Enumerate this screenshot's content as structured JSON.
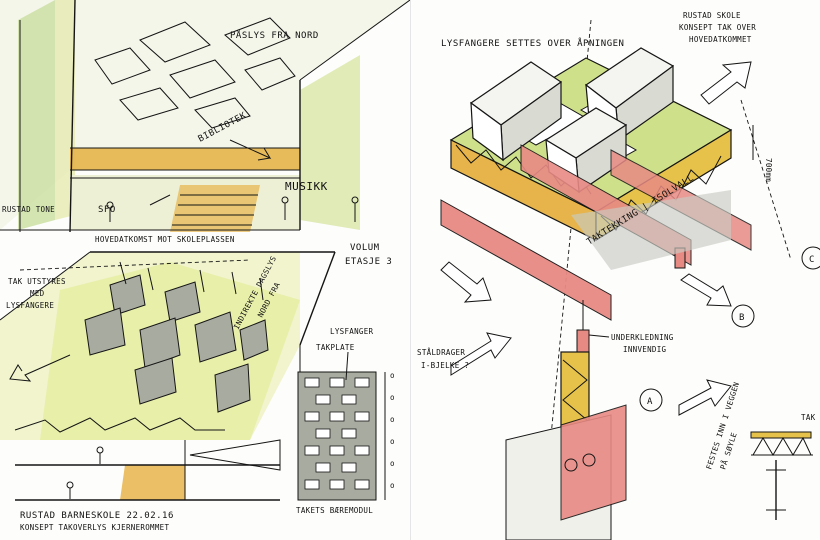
{
  "colors": {
    "paper": "#fdfdfb",
    "yellow": "#e8e88a",
    "green": "#b9d98a",
    "red": "#e88a84",
    "orange": "#e6b44a",
    "grey": "#a8aba0",
    "ink": "#151515"
  },
  "left": {
    "top": {
      "north_light": "PÅSLYS FRA NORD",
      "library": "BIBLIOTEK",
      "tone": "RUSTAD TONE",
      "sfo": "SFO",
      "music": "MUSIKK"
    },
    "middle": {
      "entrance": "HOVEDATKOMST MOT SKOLEPLASSEN",
      "volume": "VOLUM",
      "floor": "ETASJE 3",
      "roof_shaped": [
        "TAK UTSTYRES",
        "MED",
        "LYSFANGERE"
      ],
      "indirect": [
        "INDIREKTE DAGSLYS",
        "NORD FRA"
      ]
    },
    "legend": {
      "light_catcher": "LYSFANGER",
      "roof_plate": "TAKPLATE",
      "caption": "TAKETS BÆREMODUL"
    },
    "signature": {
      "line1": "RUSTAD BARNESKOLE   22.02.16",
      "line2": "KONSEPT TAKOVERLYS KJERNEROMMET"
    }
  },
  "right": {
    "header": [
      "RUSTAD SKOLE",
      "KONSEPT TAK OVER",
      "HOVEDATKOMMET"
    ],
    "light_catchers": "LYSFANGERE SETTES OVER ÅPNINGEN",
    "dimension": "700mm",
    "roof_deck": "TAKTEKKING | ISOLVALL",
    "steel_beam": [
      "STÅLDRAGER",
      "I-BJELKE ?"
    ],
    "lining": [
      "UNDERKLEDNING",
      "INNVENDIG"
    ],
    "fastening": [
      "FESTES INN I VEGGEN",
      "PÅ SØYLE"
    ],
    "roof_label": "TAK",
    "markers": [
      "A",
      "B",
      "C"
    ]
  }
}
